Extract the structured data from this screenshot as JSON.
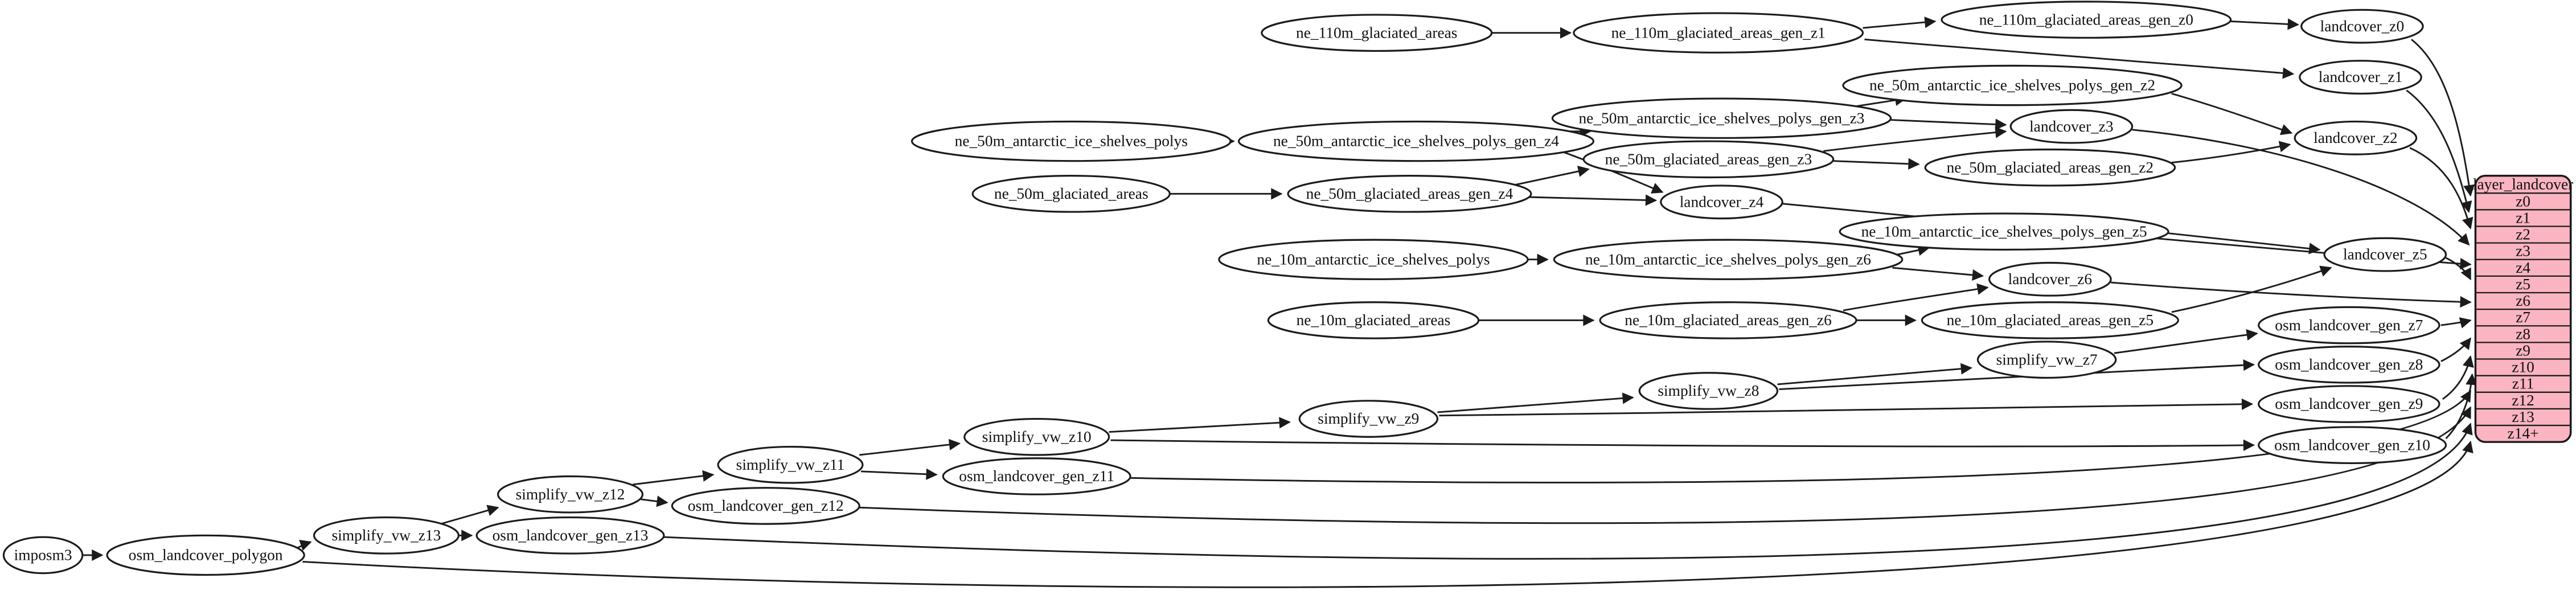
{
  "nodes": {
    "imposm3": "imposm3",
    "osm_landcover_polygon": "osm_landcover_polygon",
    "simplify_vw_z13": "simplify_vw_z13",
    "osm_landcover_gen_z13": "osm_landcover_gen_z13",
    "simplify_vw_z12": "simplify_vw_z12",
    "osm_landcover_gen_z12": "osm_landcover_gen_z12",
    "simplify_vw_z11": "simplify_vw_z11",
    "osm_landcover_gen_z11": "osm_landcover_gen_z11",
    "simplify_vw_z10": "simplify_vw_z10",
    "simplify_vw_z9": "simplify_vw_z9",
    "simplify_vw_z8": "simplify_vw_z8",
    "simplify_vw_z7": "simplify_vw_z7",
    "osm_landcover_gen_z7": "osm_landcover_gen_z7",
    "osm_landcover_gen_z8": "osm_landcover_gen_z8",
    "osm_landcover_gen_z9": "osm_landcover_gen_z9",
    "osm_landcover_gen_z10": "osm_landcover_gen_z10",
    "ne_110m_glaciated_areas": "ne_110m_glaciated_areas",
    "ne_110m_glaciated_areas_gen_z1": "ne_110m_glaciated_areas_gen_z1",
    "ne_110m_glaciated_areas_gen_z0": "ne_110m_glaciated_areas_gen_z0",
    "landcover_z0": "landcover_z0",
    "landcover_z1": "landcover_z1",
    "ne_50m_antarctic_ice_shelves_polys": "ne_50m_antarctic_ice_shelves_polys",
    "ne_50m_antarctic_ice_shelves_polys_gen_z4": "ne_50m_antarctic_ice_shelves_polys_gen_z4",
    "ne_50m_antarctic_ice_shelves_polys_gen_z3": "ne_50m_antarctic_ice_shelves_polys_gen_z3",
    "ne_50m_antarctic_ice_shelves_polys_gen_z2": "ne_50m_antarctic_ice_shelves_polys_gen_z2",
    "landcover_z2": "landcover_z2",
    "landcover_z3": "landcover_z3",
    "ne_50m_glaciated_areas": "ne_50m_glaciated_areas",
    "ne_50m_glaciated_areas_gen_z4": "ne_50m_glaciated_areas_gen_z4",
    "ne_50m_glaciated_areas_gen_z3": "ne_50m_glaciated_areas_gen_z3",
    "ne_50m_glaciated_areas_gen_z2": "ne_50m_glaciated_areas_gen_z2",
    "landcover_z4": "landcover_z4",
    "ne_10m_antarctic_ice_shelves_polys": "ne_10m_antarctic_ice_shelves_polys",
    "ne_10m_antarctic_ice_shelves_polys_gen_z6": "ne_10m_antarctic_ice_shelves_polys_gen_z6",
    "ne_10m_antarctic_ice_shelves_polys_gen_z5": "ne_10m_antarctic_ice_shelves_polys_gen_z5",
    "landcover_z5": "landcover_z5",
    "landcover_z6": "landcover_z6",
    "ne_10m_glaciated_areas": "ne_10m_glaciated_areas",
    "ne_10m_glaciated_areas_gen_z6": "ne_10m_glaciated_areas_gen_z6",
    "ne_10m_glaciated_areas_gen_z5": "ne_10m_glaciated_areas_gen_z5"
  },
  "table": {
    "header": "layer_landcover",
    "rows": [
      "z0",
      "z1",
      "z2",
      "z3",
      "z4",
      "z5",
      "z6",
      "z7",
      "z8",
      "z9",
      "z10",
      "z11",
      "z12",
      "z13",
      "z14+"
    ]
  },
  "colors": {
    "table_fill": "#fbb4c2",
    "table_border": "#1b1b1b",
    "node_fill": "#ffffff",
    "edge": "#1b1b1b"
  }
}
